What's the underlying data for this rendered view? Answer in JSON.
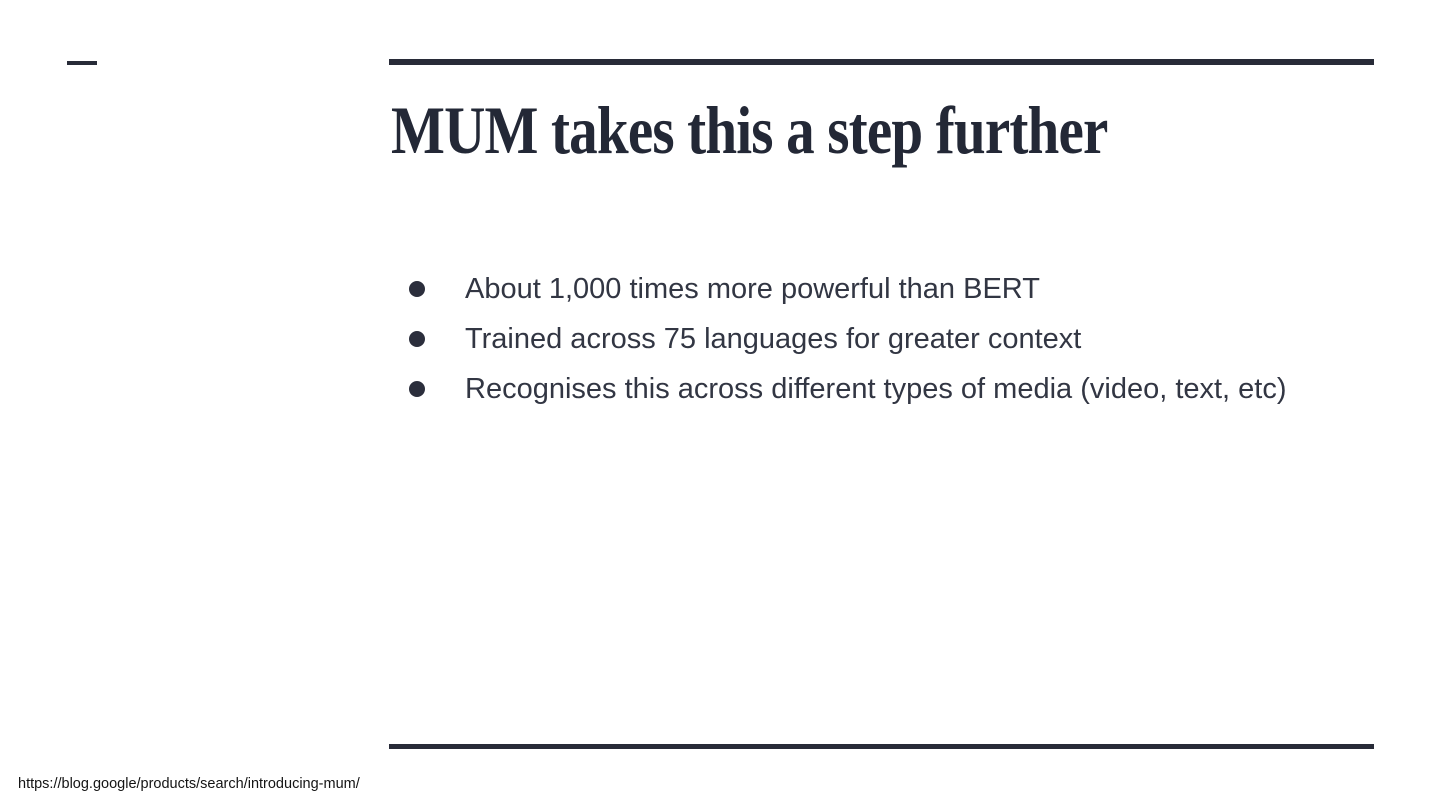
{
  "slide": {
    "title": "MUM takes this a step further",
    "bullets": [
      "About 1,000 times more powerful than BERT",
      "Trained across 75 languages for greater context",
      "Recognises this across different types of media (video, text, etc)"
    ],
    "footer_url": "https://blog.google/products/search/introducing-mum/",
    "bullet_icon": "filled-circle",
    "colors": {
      "background": "#ffffff",
      "accent_rule": "#282b38",
      "title_text": "#232836",
      "body_text": "#323643",
      "footer_text": "#141414"
    }
  }
}
